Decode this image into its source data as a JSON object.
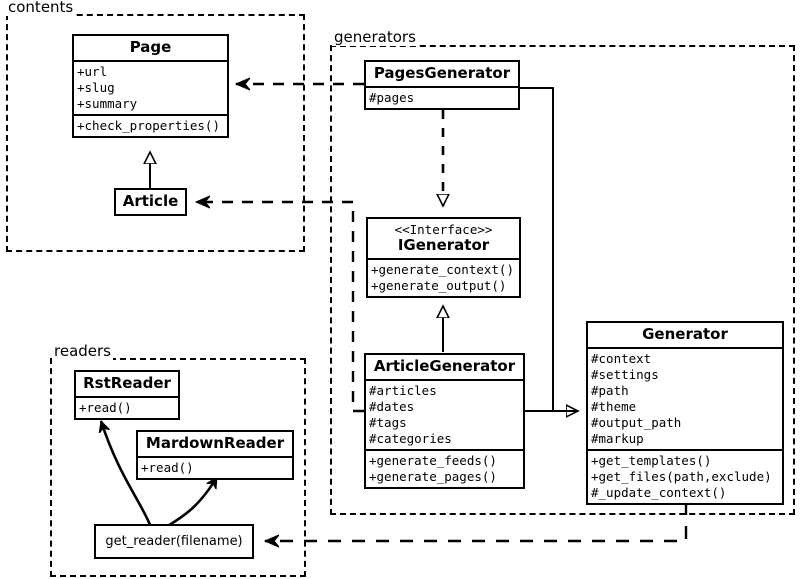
{
  "diagram": {
    "type": "uml-class-diagram",
    "packages": [
      {
        "name": "contents",
        "label": "contents"
      },
      {
        "name": "generators",
        "label": "generators"
      },
      {
        "name": "readers",
        "label": "readers"
      }
    ]
  },
  "classes": {
    "page": {
      "title": "Page",
      "attributes": [
        "+url",
        "+slug",
        "+summary"
      ],
      "methods": [
        "+check_properties()"
      ]
    },
    "article": {
      "title": "Article",
      "attributes": [],
      "methods": []
    },
    "pages_generator": {
      "title": "PagesGenerator",
      "attributes": [
        "#pages"
      ],
      "methods": []
    },
    "igenerator": {
      "stereotype": "<<Interface>>",
      "title": "IGenerator",
      "attributes": [],
      "methods": [
        "+generate_context()",
        "+generate_output()"
      ]
    },
    "article_generator": {
      "title": "ArticleGenerator",
      "attributes": [
        "#articles",
        "#dates",
        "#tags",
        "#categories"
      ],
      "methods": [
        "+generate_feeds()",
        "+generate_pages()"
      ]
    },
    "generator": {
      "title": "Generator",
      "attributes": [
        "#context",
        "#settings",
        "#path",
        "#theme",
        "#output_path",
        "#markup"
      ],
      "methods": [
        "+get_templates()",
        "+get_files(path,exclude)",
        "#_update_context()"
      ]
    },
    "rst_reader": {
      "title": "RstReader",
      "attributes": [],
      "methods": [
        "+read()"
      ]
    },
    "mardown_reader": {
      "title": "MardownReader",
      "attributes": [],
      "methods": [
        "+read()"
      ]
    },
    "get_reader": {
      "title": "get_reader(filename)"
    }
  },
  "relationships": [
    {
      "name": "article-inherits-page",
      "kind": "generalization",
      "from": "Article",
      "to": "Page"
    },
    {
      "name": "pagesgenerator-realizes-igenerator",
      "kind": "realization",
      "from": "PagesGenerator",
      "to": "IGenerator"
    },
    {
      "name": "articlegenerator-realizes-igenerator",
      "kind": "realization",
      "from": "ArticleGenerator",
      "to": "IGenerator"
    },
    {
      "name": "pagesgenerator-aggregates-generator",
      "kind": "aggregation",
      "from": "Generator",
      "to": "PagesGenerator"
    },
    {
      "name": "articlegenerator-aggregates-generator",
      "kind": "aggregation",
      "from": "Generator",
      "to": "ArticleGenerator"
    },
    {
      "name": "pagesgenerator-uses-page",
      "kind": "dependency",
      "from": "PagesGenerator",
      "to": "Page"
    },
    {
      "name": "articlegenerator-uses-article",
      "kind": "dependency",
      "from": "ArticleGenerator",
      "to": "Article"
    },
    {
      "name": "generator-uses-get_reader",
      "kind": "dependency",
      "from": "Generator",
      "to": "get_reader(filename)"
    },
    {
      "name": "get_reader-creates-rstreader",
      "kind": "creation",
      "from": "get_reader(filename)",
      "to": "RstReader"
    },
    {
      "name": "get_reader-creates-mardownreader",
      "kind": "creation",
      "from": "get_reader(filename)",
      "to": "MardownReader"
    }
  ],
  "colors": {
    "stroke": "#000000",
    "background": "#ffffff"
  }
}
